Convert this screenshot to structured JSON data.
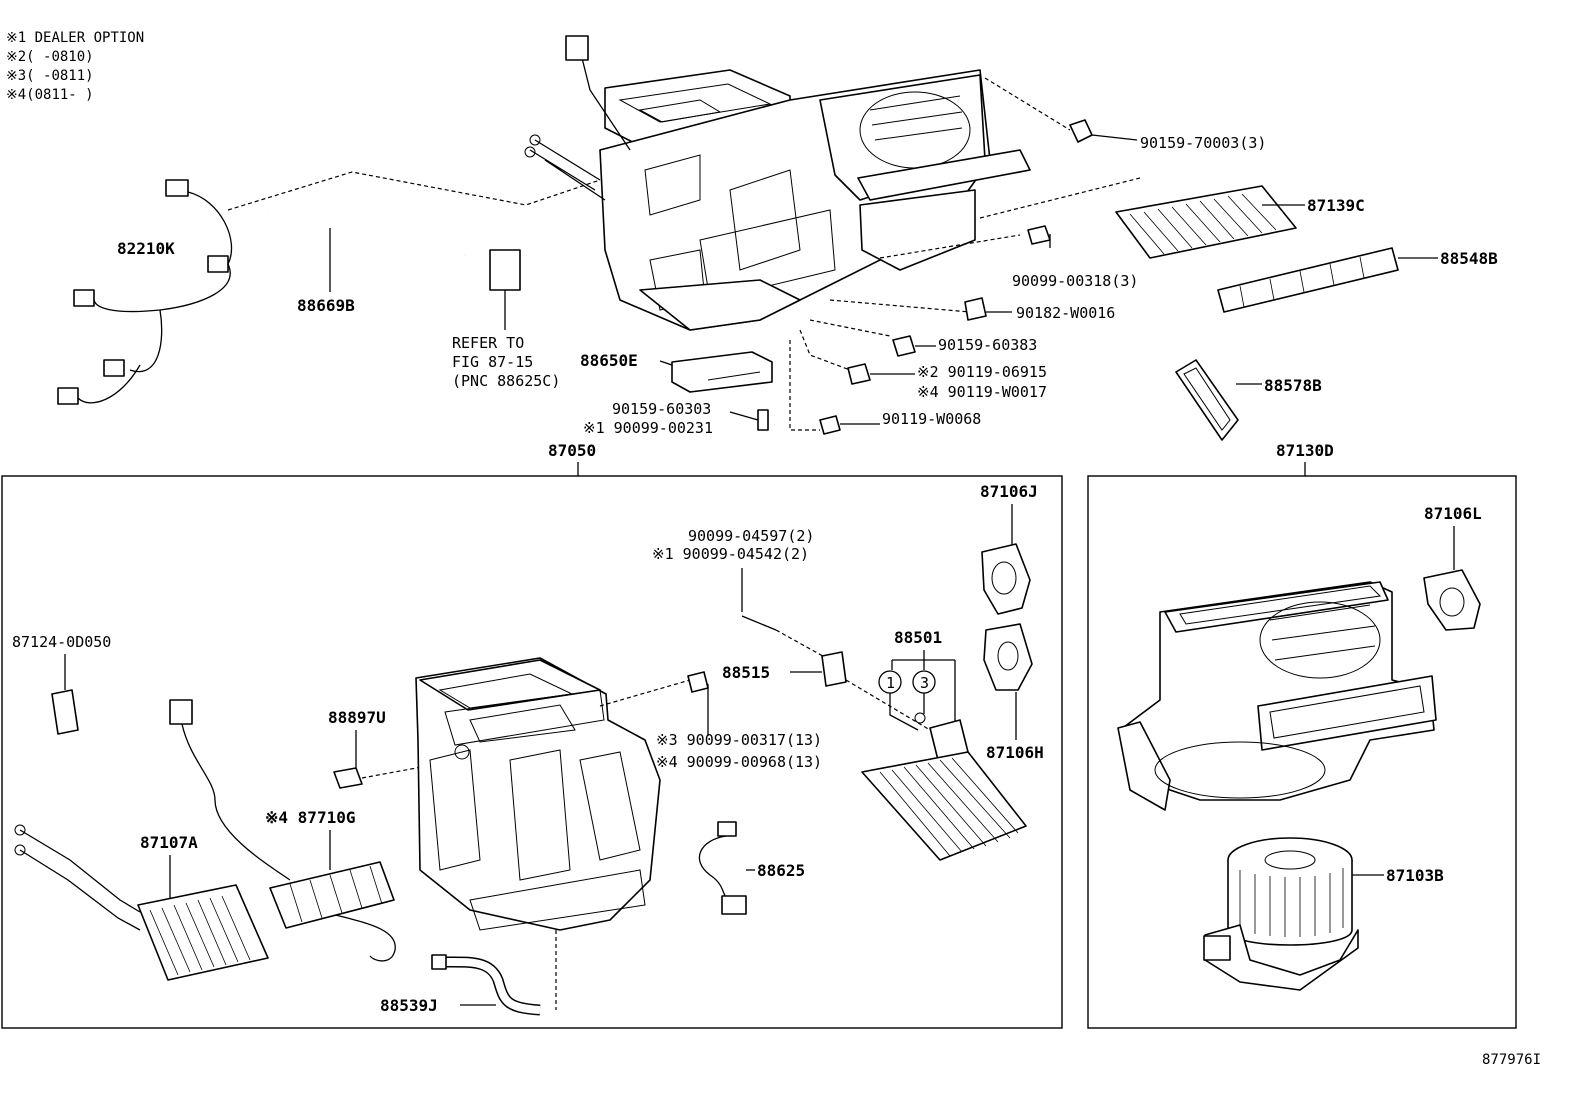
{
  "legend": {
    "items": [
      "※1 DEALER OPTION",
      "※2(     -0810)",
      "※3(     -0811)",
      "※4(0811-     )"
    ]
  },
  "labels": {
    "p82210K": "82210K",
    "p88669B": "88669B",
    "refer1": "REFER TO",
    "refer2": "FIG 87-15",
    "refer3": "(PNC 88625C)",
    "p88650E": "88650E",
    "p90159_60303": "90159-60303",
    "p90099_00231": "※1 90099-00231",
    "p90159_70003": "90159-70003(3)",
    "p87139C": "87139C",
    "p88548B": "88548B",
    "p90099_00318": "90099-00318(3)",
    "p90182_W0016": "90182-W0016",
    "p90159_60383": "90159-60383",
    "p90119_06915": "※2 90119-06915",
    "p90119_W0017": "※4 90119-W0017",
    "p90119_W0068": "90119-W0068",
    "p88578B": "88578B",
    "p87050": "87050",
    "p87130D": "87130D",
    "p87106J": "87106J",
    "p90099_04597": "90099-04597(2)",
    "p90099_04542": "※1 90099-04542(2)",
    "p88501": "88501",
    "p88515": "88515",
    "circle1": "1",
    "circle3": "3",
    "p87106H": "87106H",
    "p87124_0D050": "87124-0D050",
    "p88897U": "88897U",
    "p90099_00317": "※3 90099-00317(13)",
    "p90099_00968": "※4 90099-00968(13)",
    "p87107A": "87107A",
    "p87710G": "※4 87710G",
    "p88625": "88625",
    "p88539J": "88539J",
    "p87106L": "87106L",
    "p87103B": "87103B",
    "figure_id": "877976I"
  }
}
